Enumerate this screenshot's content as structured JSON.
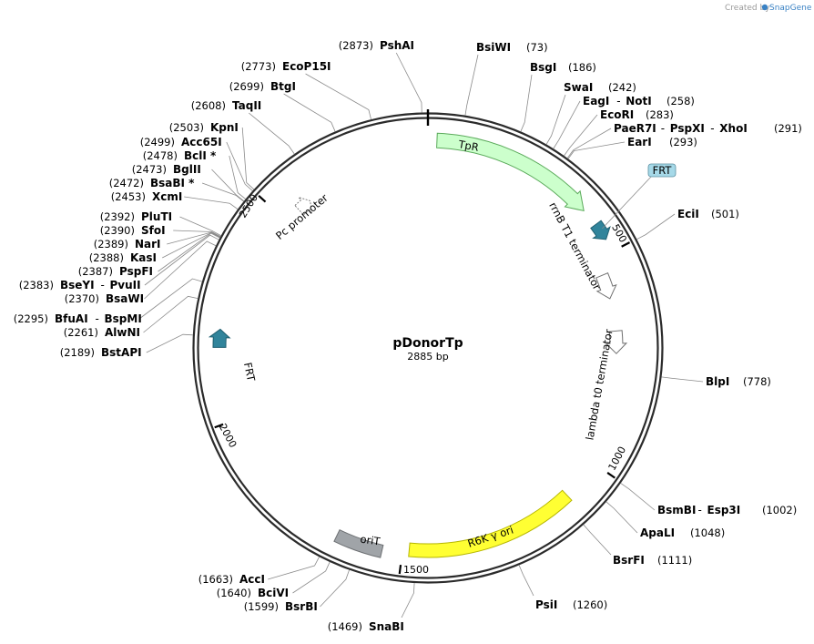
{
  "plasmid": {
    "name": "pDonorTp",
    "size_label": "2885 bp",
    "length": 2885
  },
  "credit": {
    "text": "Created by",
    "brand": "SnapGene",
    "brand_color": "#3a82c4"
  },
  "colors": {
    "backbone": "#2b2b2b",
    "tpr_fill": "#ccffcc",
    "tpr_stroke": "#5aaa5a",
    "frt_fill": "#31849b",
    "frt_label_bg": "#a6d9e8",
    "r6k_fill": "#ffff33",
    "orit_fill": "#a0a4a8",
    "terminator_fill": "#ffffff",
    "promoter_fill": "#ffffff"
  },
  "tick_labels": [
    {
      "bp": 500,
      "label": "500"
    },
    {
      "bp": 1000,
      "label": "1000"
    },
    {
      "bp": 1500,
      "label": "1500"
    },
    {
      "bp": 2000,
      "label": "2000"
    },
    {
      "bp": 2500,
      "label": "2500"
    }
  ],
  "features": [
    {
      "id": "tpr",
      "name": "TpR",
      "start": 20,
      "end": 390,
      "kind": "cds",
      "color": "#ccffcc",
      "stroke": "#5aaa5a",
      "label_outside": false
    },
    {
      "id": "frt-top",
      "name": "FRT",
      "start": 430,
      "end": 470,
      "kind": "frt",
      "color": "#31849b",
      "stroke": "#1f5f70",
      "boxed_label": true
    },
    {
      "id": "rrnb",
      "name": "rrnB T1 terminator",
      "start": 540,
      "end": 600,
      "kind": "terminator",
      "color": "#ffffff",
      "stroke": "#707070"
    },
    {
      "id": "lambda",
      "name": "lambda t0 terminator",
      "start": 680,
      "end": 735,
      "kind": "terminator",
      "color": "#ffffff",
      "stroke": "#707070"
    },
    {
      "id": "r6k",
      "name": "R6K γ ori",
      "start": 1095,
      "end": 1485,
      "kind": "ori",
      "color": "#ffff33",
      "stroke": "#b5b500"
    },
    {
      "id": "orit",
      "name": "oriT",
      "start": 1545,
      "end": 1650,
      "kind": "orit",
      "color": "#a0a4a8",
      "stroke": "#6c6f72"
    },
    {
      "id": "frt-left",
      "name": "FRT",
      "start": 2165,
      "end": 2205,
      "kind": "frt",
      "color": "#31849b",
      "stroke": "#1f5f70",
      "boxed_label": false
    },
    {
      "id": "pc",
      "name": "Pc promoter",
      "start": 2540,
      "end": 2575,
      "kind": "promoter",
      "color": "#ffffff",
      "stroke": "#707070"
    }
  ],
  "sites": [
    {
      "id": "pshai",
      "pos": "(2873)",
      "names": [
        {
          "name": "PshAI"
        }
      ],
      "bp": 2873,
      "side": "left"
    },
    {
      "id": "ecop15i",
      "pos": "(2773)",
      "names": [
        {
          "name": "EcoP15I"
        }
      ],
      "bp": 2773,
      "side": "left"
    },
    {
      "id": "btgi",
      "pos": "(2699)",
      "names": [
        {
          "name": "BtgI"
        }
      ],
      "bp": 2699,
      "side": "left"
    },
    {
      "id": "taqii",
      "pos": "(2608)",
      "names": [
        {
          "name": "TaqII"
        }
      ],
      "bp": 2608,
      "side": "left"
    },
    {
      "id": "kpni",
      "pos": "(2503)",
      "names": [
        {
          "name": "KpnI"
        }
      ],
      "bp": 2503,
      "side": "left"
    },
    {
      "id": "acc65i",
      "pos": "(2499)",
      "names": [
        {
          "name": "Acc65I"
        }
      ],
      "bp": 2499,
      "side": "left"
    },
    {
      "id": "bcli",
      "pos": "(2478)",
      "names": [
        {
          "name": "BclI *"
        }
      ],
      "bp": 2478,
      "side": "left"
    },
    {
      "id": "bglii",
      "pos": "(2473)",
      "names": [
        {
          "name": "BglII"
        }
      ],
      "bp": 2473,
      "side": "left"
    },
    {
      "id": "bsabi",
      "pos": "(2472)",
      "names": [
        {
          "name": "BsaBI *"
        }
      ],
      "bp": 2472,
      "side": "left"
    },
    {
      "id": "xcmi",
      "pos": "(2453)",
      "names": [
        {
          "name": "XcmI"
        }
      ],
      "bp": 2453,
      "side": "left"
    },
    {
      "id": "pluti",
      "pos": "(2392)",
      "names": [
        {
          "name": "PluTI"
        }
      ],
      "bp": 2392,
      "side": "left"
    },
    {
      "id": "sfoi",
      "pos": "(2390)",
      "names": [
        {
          "name": "SfoI"
        }
      ],
      "bp": 2390,
      "side": "left"
    },
    {
      "id": "nari",
      "pos": "(2389)",
      "names": [
        {
          "name": "NarI"
        }
      ],
      "bp": 2389,
      "side": "left"
    },
    {
      "id": "kasi",
      "pos": "(2388)",
      "names": [
        {
          "name": "KasI"
        }
      ],
      "bp": 2388,
      "side": "left"
    },
    {
      "id": "pspfi",
      "pos": "(2387)",
      "names": [
        {
          "name": "PspFI"
        }
      ],
      "bp": 2387,
      "side": "left"
    },
    {
      "id": "bseyi",
      "pos": "(2383)",
      "names": [
        {
          "name": "BseYI"
        },
        {
          "name": "PvuII"
        }
      ],
      "bp": 2383,
      "side": "left"
    },
    {
      "id": "bsawi",
      "pos": "(2370)",
      "names": [
        {
          "name": "BsaWI"
        }
      ],
      "bp": 2370,
      "side": "left"
    },
    {
      "id": "bfuai",
      "pos": "(2295)",
      "names": [
        {
          "name": "BfuAI"
        },
        {
          "name": "BspMI"
        }
      ],
      "bp": 2295,
      "side": "left"
    },
    {
      "id": "alwni",
      "pos": "(2261)",
      "names": [
        {
          "name": "AlwNI"
        }
      ],
      "bp": 2261,
      "side": "left"
    },
    {
      "id": "bstapi",
      "pos": "(2189)",
      "names": [
        {
          "name": "BstAPI"
        }
      ],
      "bp": 2189,
      "side": "left"
    },
    {
      "id": "acci",
      "pos": "(1663)",
      "names": [
        {
          "name": "AccI"
        }
      ],
      "bp": 1663,
      "side": "left"
    },
    {
      "id": "bcivi",
      "pos": "(1640)",
      "names": [
        {
          "name": "BciVI"
        }
      ],
      "bp": 1640,
      "side": "left"
    },
    {
      "id": "bsrbi",
      "pos": "(1599)",
      "names": [
        {
          "name": "BsrBI"
        }
      ],
      "bp": 1599,
      "side": "left"
    },
    {
      "id": "snabi",
      "pos": "(1469)",
      "names": [
        {
          "name": "SnaBI"
        }
      ],
      "bp": 1469,
      "side": "left"
    },
    {
      "id": "bsiwi",
      "pos": "(73)",
      "names": [
        {
          "name": "BsiWI"
        }
      ],
      "bp": 73,
      "side": "right"
    },
    {
      "id": "bsgi",
      "pos": "(186)",
      "names": [
        {
          "name": "BsgI"
        }
      ],
      "bp": 186,
      "side": "right"
    },
    {
      "id": "swai",
      "pos": "(242)",
      "names": [
        {
          "name": "SwaI"
        }
      ],
      "bp": 242,
      "side": "right"
    },
    {
      "id": "eagi",
      "pos": "(258)",
      "names": [
        {
          "name": "EagI"
        },
        {
          "name": "NotI"
        }
      ],
      "bp": 258,
      "side": "right"
    },
    {
      "id": "ecori",
      "pos": "(283)",
      "names": [
        {
          "name": "EcoRI"
        }
      ],
      "bp": 283,
      "side": "right"
    },
    {
      "id": "paer7i",
      "pos": "(291)",
      "names": [
        {
          "name": "PaeR7I"
        },
        {
          "name": "PspXI"
        },
        {
          "name": "XhoI"
        }
      ],
      "bp": 291,
      "side": "right"
    },
    {
      "id": "eari",
      "pos": "(293)",
      "names": [
        {
          "name": "EarI"
        }
      ],
      "bp": 293,
      "side": "right"
    },
    {
      "id": "ecii",
      "pos": "(501)",
      "names": [
        {
          "name": "EciI"
        }
      ],
      "bp": 501,
      "side": "right"
    },
    {
      "id": "blpi",
      "pos": "(778)",
      "names": [
        {
          "name": "BlpI"
        }
      ],
      "bp": 778,
      "side": "right"
    },
    {
      "id": "bsmbi",
      "pos": "(1002)",
      "names": [
        {
          "name": "BsmBI"
        },
        {
          "name": "Esp3I"
        }
      ],
      "bp": 1002,
      "side": "right"
    },
    {
      "id": "apali",
      "pos": "(1048)",
      "names": [
        {
          "name": "ApaLI"
        }
      ],
      "bp": 1048,
      "side": "right"
    },
    {
      "id": "bsrfi",
      "pos": "(1111)",
      "names": [
        {
          "name": "BsrFI"
        }
      ],
      "bp": 1111,
      "side": "right"
    },
    {
      "id": "psii",
      "pos": "(1260)",
      "names": [
        {
          "name": "PsiI"
        }
      ],
      "bp": 1260,
      "side": "right"
    }
  ]
}
